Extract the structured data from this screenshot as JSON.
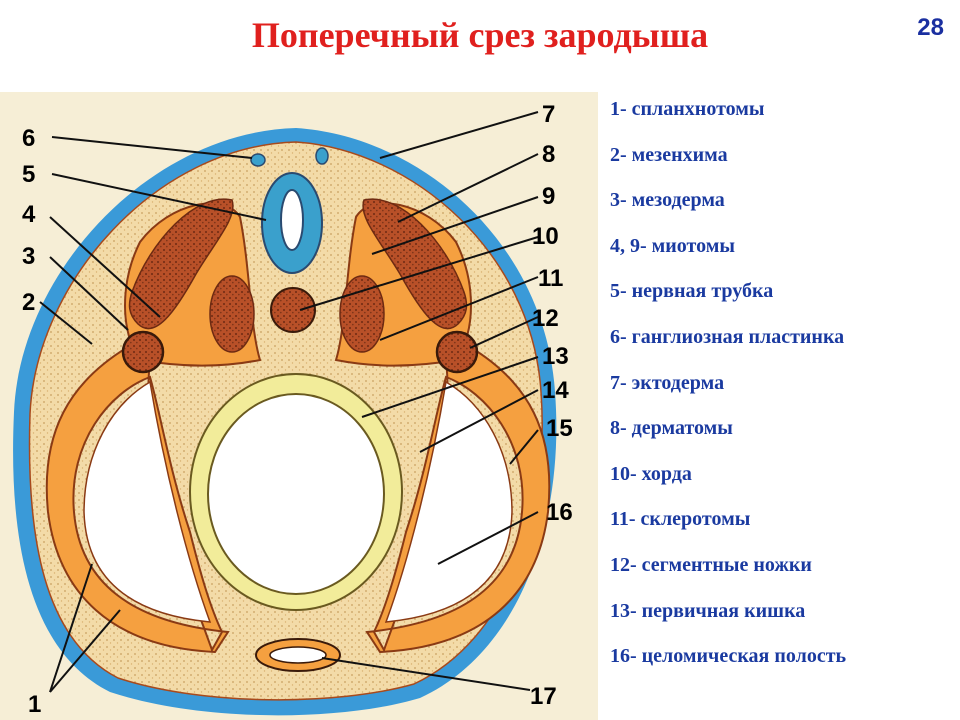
{
  "slide": {
    "title": "Поперечный срез зародыша",
    "number": "28"
  },
  "diagram": {
    "callouts": [
      "1",
      "2",
      "3",
      "4",
      "5",
      "6",
      "7",
      "8",
      "9",
      "10",
      "11",
      "12",
      "13",
      "14",
      "15",
      "16",
      "17"
    ]
  },
  "legend": [
    "1- спланхнотомы",
    "2- мезенхима",
    "3- мезодерма",
    "4, 9- миотомы",
    "5- нервная трубка",
    "6- ганглиозная пластинка",
    "7- эктодерма",
    "8- дерматомы",
    "10- хорда",
    "11- склеротомы",
    "12- сегментные ножки",
    "13- первичная кишка",
    "16- целомическая полость"
  ],
  "colors": {
    "title": "#e0201e",
    "legend_text": "#1a3aa0",
    "ectoderm": "#3a9ad8",
    "mesenchyme": "#f3dba8",
    "mesoderm": "#f5a040",
    "dermatome": "#b85028",
    "gut": "#f2ec9a",
    "neural_tube": "#3aa0cc"
  }
}
